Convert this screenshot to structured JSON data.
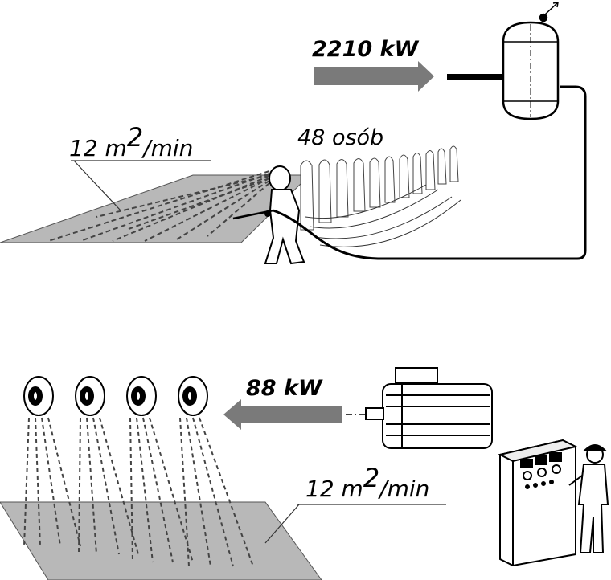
{
  "top_scene": {
    "power_label": "2210 kW",
    "area_rate": {
      "prefix": "12 m",
      "exponent": "2",
      "suffix": "/min"
    },
    "workers_label": "48 osób",
    "arrow_color": "#7a7a7a",
    "surface_color": "#b8b8b8"
  },
  "bottom_scene": {
    "power_label": "88 kW",
    "area_rate": {
      "prefix": "12 m",
      "exponent": "2",
      "suffix": "/min"
    },
    "nozzle_count": 4,
    "arrow_color": "#7a7a7a",
    "surface_color": "#b8b8b8"
  },
  "icons": [
    "pressure-tank-icon",
    "pump-motor-icon",
    "control-panel-icon",
    "operator-icon",
    "worker-with-lance-icon",
    "rotary-nozzle-icon"
  ]
}
